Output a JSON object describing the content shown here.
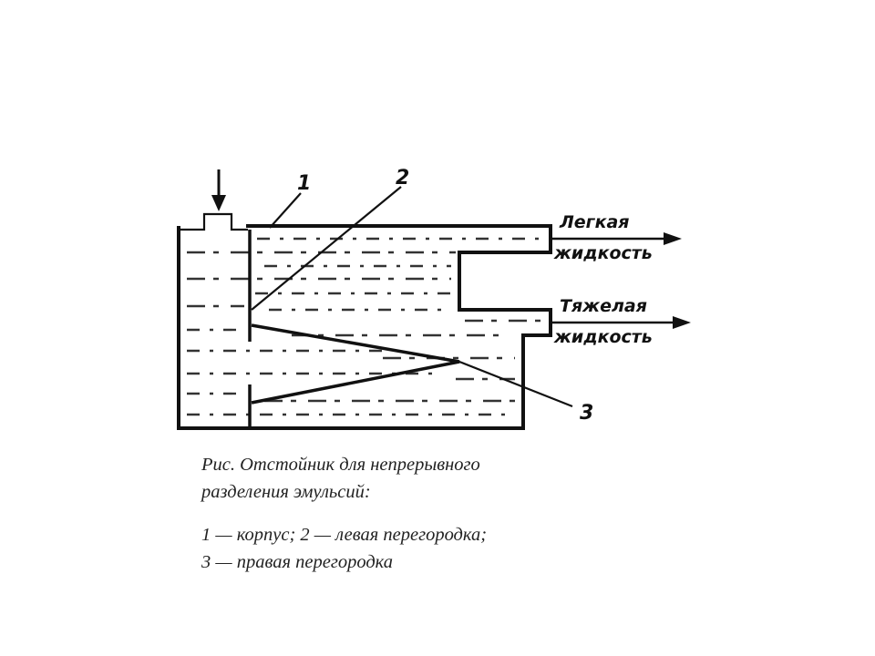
{
  "diagram": {
    "labels": {
      "corpus_number": "1",
      "left_partition_number": "2",
      "right_partition_number": "3"
    },
    "outlets": {
      "light": {
        "line1": "Легкая",
        "line2": "жидкость"
      },
      "heavy": {
        "line1": "Тяжелая",
        "line2": "жидкость"
      }
    }
  },
  "caption": {
    "title_line1": "Рис. Отстойник для непрерывного",
    "title_line2": "разделения эмульсий:",
    "legend_line1": "1 — корпус; 2 — левая перегородка;",
    "legend_line2": "3 — правая перегородка"
  }
}
